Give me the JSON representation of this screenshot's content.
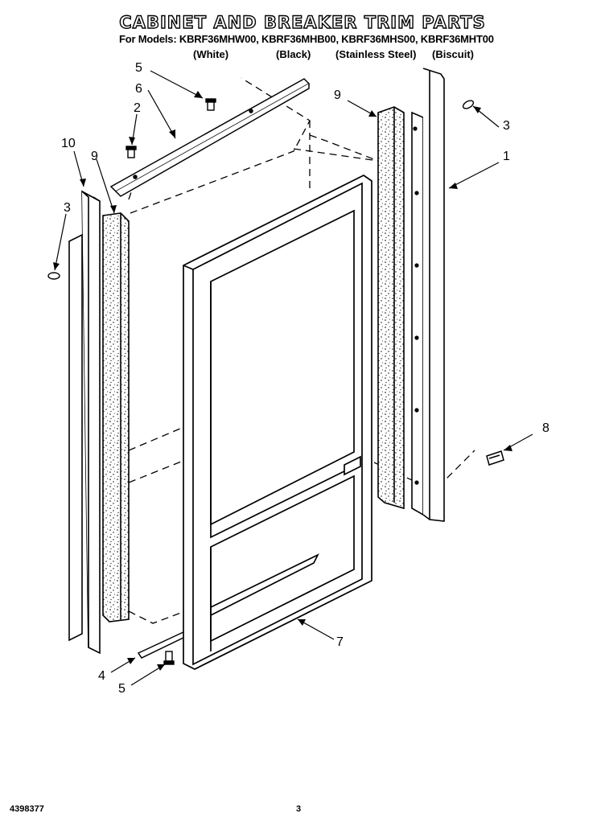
{
  "header": {
    "title": "CABINET AND BREAKER TRIM PARTS",
    "models_line": "For Models: KBRF36MHW00, KBRF36MHB00, KBRF36MHS00, KBRF36MHT00",
    "variants": [
      "(White)",
      "(Black)",
      "(Stainless Steel)",
      "(Biscuit)"
    ]
  },
  "callouts": {
    "c5_top": "5",
    "c6": "6",
    "c2": "2",
    "c10": "10",
    "c9_left": "9",
    "c3_left": "3",
    "c9_right": "9",
    "c3_right": "3",
    "c1": "1",
    "c8": "8",
    "c7": "7",
    "c4": "4",
    "c5_bottom": "5"
  },
  "footer": {
    "doc_number": "4398377",
    "page": "3"
  }
}
